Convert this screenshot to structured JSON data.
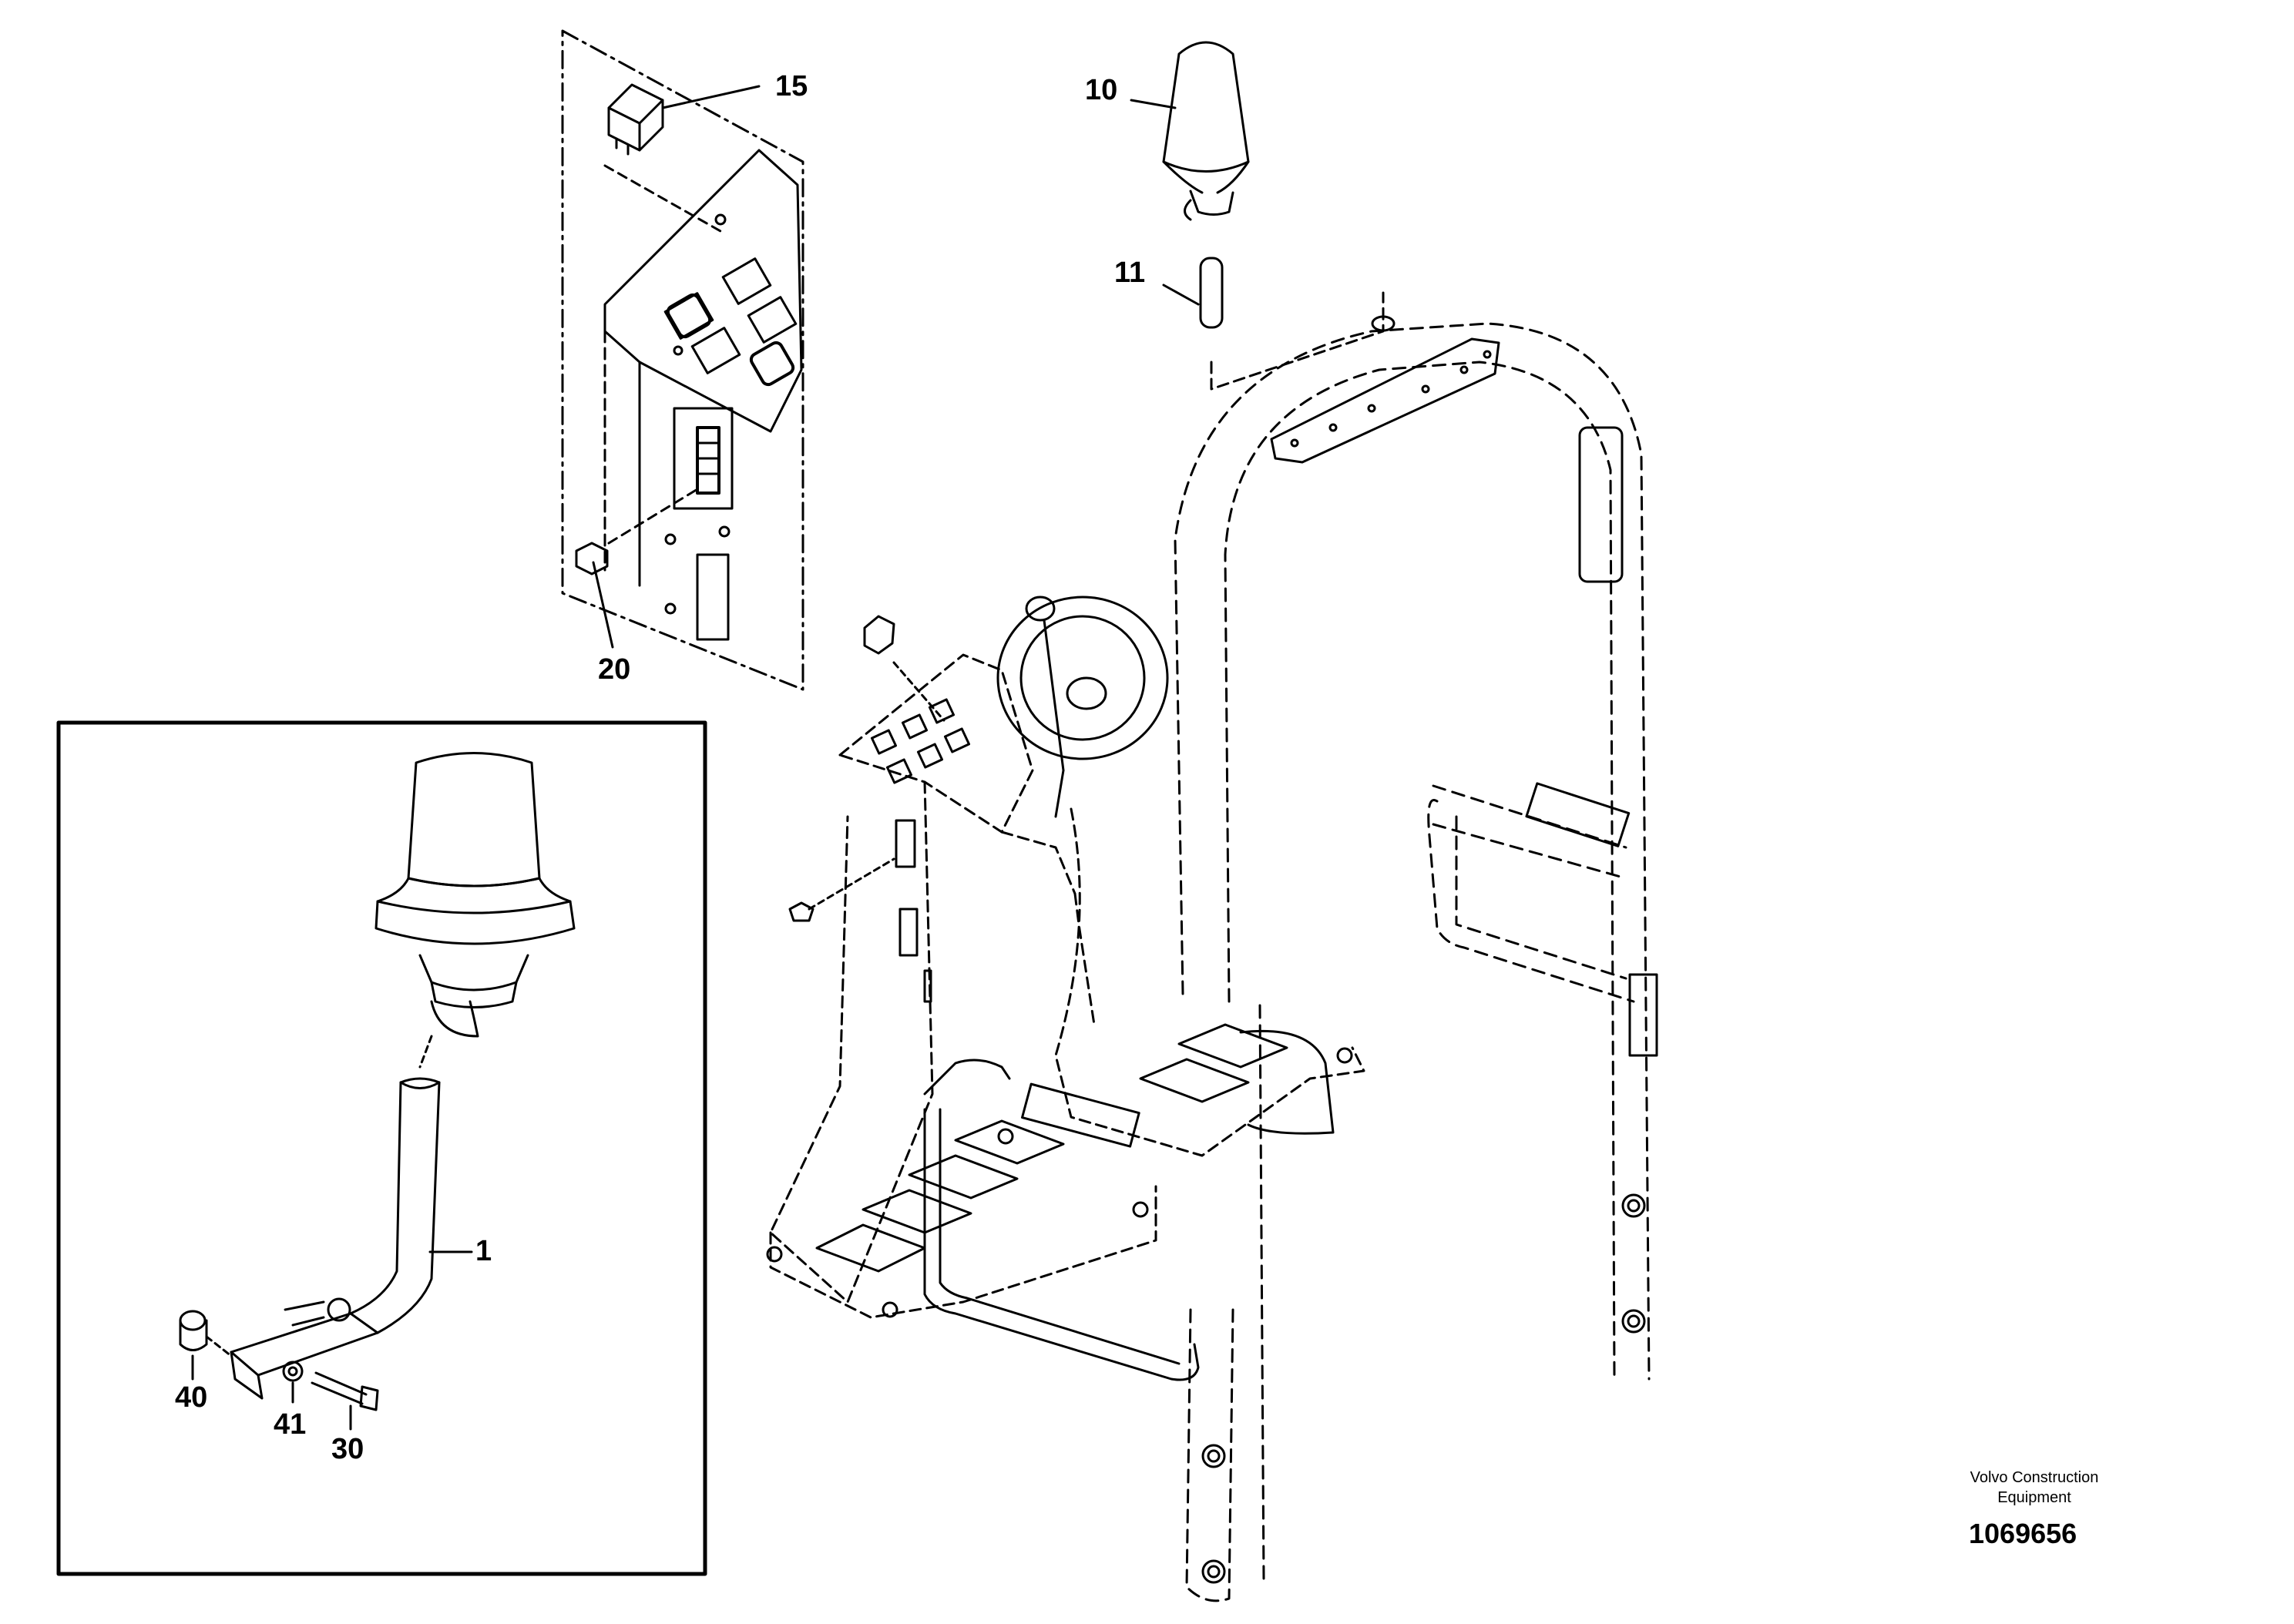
{
  "callouts": {
    "c15": "15",
    "c10": "10",
    "c11": "11",
    "c20": "20",
    "c1": "1",
    "c40": "40",
    "c41": "41",
    "c30": "30"
  },
  "credit": {
    "line1": "Volvo Construction",
    "line2": "Equipment",
    "number": "1069656"
  }
}
